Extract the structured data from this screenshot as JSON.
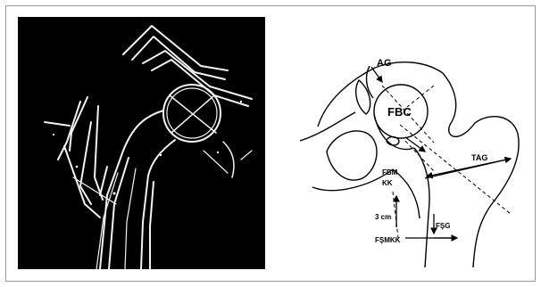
{
  "labels": {
    "ag": "AG",
    "fbc": "FBC",
    "tag": "TAG",
    "fbm": "FBM",
    "kk": "KK",
    "three_cm": "3 cm",
    "fsg": "FŞG",
    "fsmkk": "FŞMKK"
  }
}
